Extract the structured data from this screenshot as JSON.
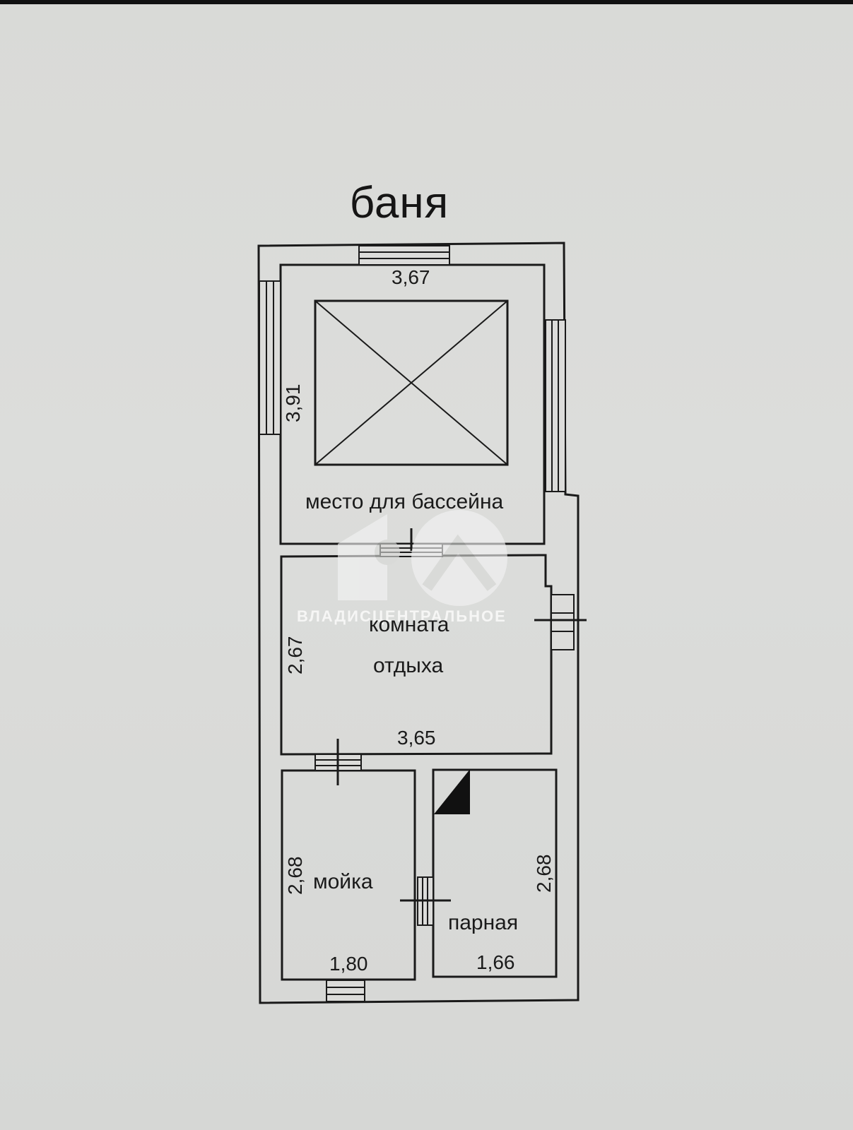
{
  "title": "баня",
  "rooms": {
    "pool": {
      "label": "место для бассейна",
      "width": "3,67",
      "height": "3,91"
    },
    "rest": {
      "label_line1": "комната",
      "label_line2": "отдыха",
      "width": "3,65",
      "height": "2,67"
    },
    "wash": {
      "label": "мойка",
      "width": "1,80",
      "height": "2,68"
    },
    "steam": {
      "label": "парная",
      "width": "1,66",
      "height": "2,68"
    }
  },
  "watermark": {
    "text": "ВЛАДИСЦЕНТРАЛЬНОЕ",
    "logo": "10"
  }
}
